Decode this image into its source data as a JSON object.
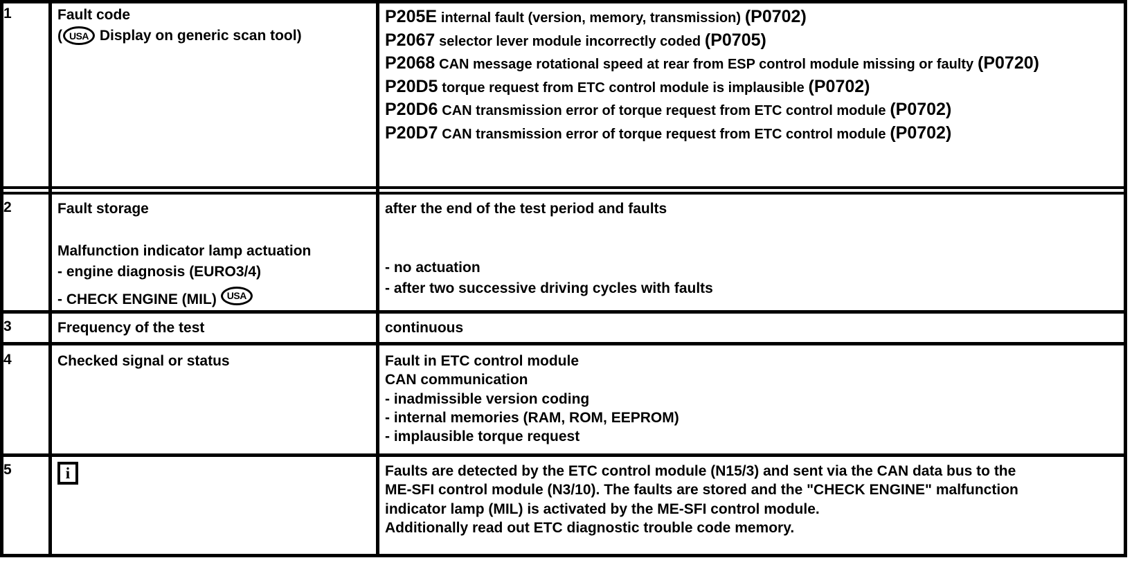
{
  "document": {
    "type": "diagnostic-fault-code-table",
    "column_count": 3
  },
  "icons": {
    "usa_badge_label": "USA",
    "info_glyph": "i"
  },
  "rows": [
    {
      "number": "1",
      "label_lines": [
        "Fault code"
      ],
      "label_paren_open": "(",
      "label_after_badge": "Display on generic scan tool)",
      "fault_codes": [
        {
          "code": "P205E",
          "description": "internal fault (version, memory, transmission)",
          "oem_code": "(P0702)"
        },
        {
          "code": "P2067",
          "description": "selector lever module incorrectly coded",
          "oem_code": "(P0705)"
        },
        {
          "code": "P2068",
          "description": "CAN message rotational speed at rear from ESP control module missing or faulty",
          "oem_code": "(P0720)"
        },
        {
          "code": "P20D5",
          "description": "torque request from ETC control module is implausible",
          "oem_code": "(P0702)"
        },
        {
          "code": "P20D6",
          "description": "CAN transmission error of torque request from ETC control module",
          "oem_code": "(P0702)"
        },
        {
          "code": "P20D7",
          "description": "CAN transmission error of torque request from ETC control module",
          "oem_code": "(P0702)"
        }
      ]
    },
    {
      "number": "2",
      "label_title": "Fault storage",
      "label_subtitle": "Malfunction indicator lamp actuation",
      "label_item_1": "- engine diagnosis (EURO3/4)",
      "label_item_2_prefix": "- CHECK ENGINE (MIL)",
      "value_line_1": "after the end of the test period and faults",
      "value_item_1": "- no actuation",
      "value_item_2": "- after two successive driving cycles with faults"
    },
    {
      "number": "3",
      "label": "Frequency of the test",
      "value": "continuous"
    },
    {
      "number": "4",
      "label": "Checked signal or status",
      "value_lines": [
        "Fault in ETC control module",
        "CAN communication",
        "- inadmissible version coding",
        "- internal memories (RAM, ROM, EEPROM)",
        "- implausible torque request"
      ]
    },
    {
      "number": "5",
      "note_lines": [
        "Faults are detected by the ETC control module (N15/3) and sent via the CAN data bus to the",
        "ME-SFI control module (N3/10). The faults are stored and the \"CHECK ENGINE\" malfunction",
        "indicator lamp (MIL) is activated by the ME-SFI control module.",
        "Additionally read out ETC diagnostic trouble code memory."
      ]
    }
  ]
}
